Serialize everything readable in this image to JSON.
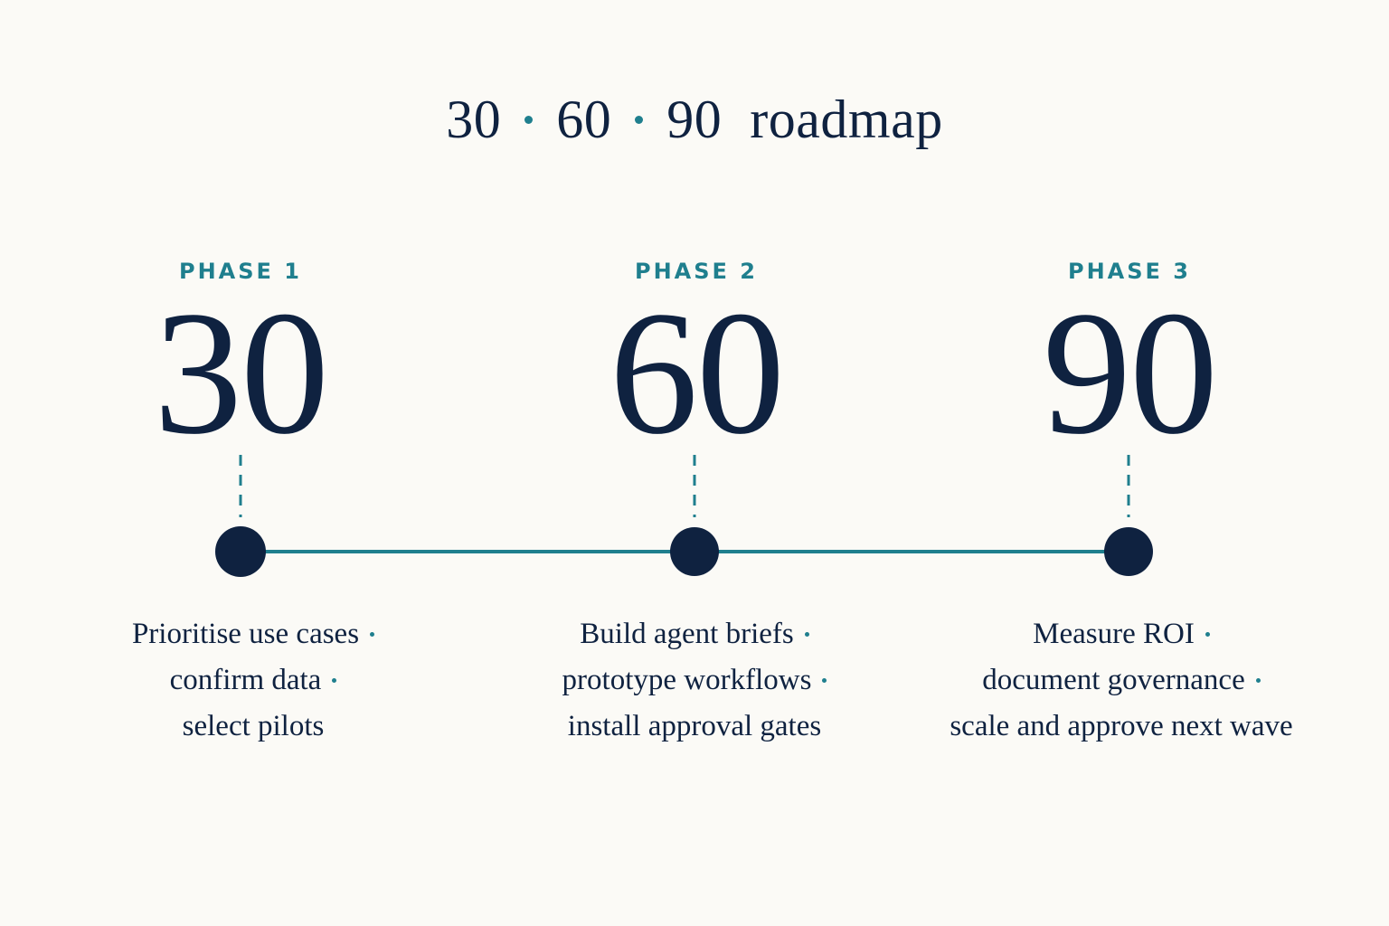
{
  "title": {
    "parts": [
      "30",
      "60",
      "90",
      "roadmap"
    ]
  },
  "phases": [
    {
      "label": "PHASE 1",
      "number": "30",
      "lines": [
        "Prioritise use cases",
        "confirm data",
        "select pilots"
      ]
    },
    {
      "label": "PHASE 2",
      "number": "60",
      "lines": [
        "Build agent briefs",
        "prototype workflows",
        "install approval gates"
      ]
    },
    {
      "label": "PHASE 3",
      "number": "90",
      "lines": [
        "Measure ROI",
        "document governance",
        "scale and approve next wave"
      ]
    }
  ],
  "colors": {
    "navy": "#0f2240",
    "teal": "#1f7f8e",
    "background": "#fbfaf6"
  }
}
